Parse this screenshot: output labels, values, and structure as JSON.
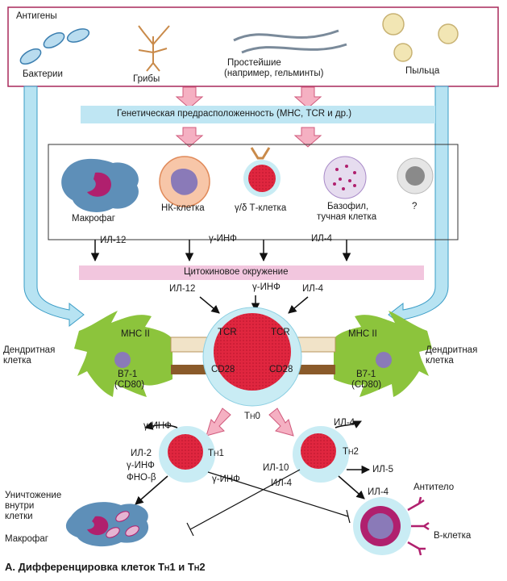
{
  "antigens": {
    "title": "Антигены",
    "bacteria": "Бактерии",
    "fungi": "Грибы",
    "protozoa_line1": "Простейшие",
    "protozoa_line2": "(например, гельминты)",
    "pollen": "Пыльца"
  },
  "genetic_bar": "Генетическая предрасположенность (МНС, TCR и др.)",
  "cells": {
    "macrophage": "Макрофаг",
    "nk": "НК-клетка",
    "gd_t": "γ/δ Т-клетка",
    "basophil_line1": "Базофил,",
    "basophil_line2": "тучная клетка",
    "unknown": "?"
  },
  "cytokines_top": {
    "il12": "ИЛ-12",
    "ifn": "γ-ИНФ",
    "il4": "ИЛ-4"
  },
  "cytokine_bar": "Цитокиновое окружение",
  "cytokines_center": {
    "il12": "ИЛ-12",
    "ifn": "γ-ИНФ",
    "il4": "ИЛ-4"
  },
  "dendritic": {
    "label_line1": "Дендритная",
    "label_line2": "клетка",
    "mhc": "МНС II",
    "b7_line1": "B7-1",
    "b7_line2": "(CD80)"
  },
  "th0": {
    "tcr": "TCR",
    "cd28": "CD28",
    "name": "Т",
    "sub": "Н",
    "suffix": "0"
  },
  "th1": {
    "name": "Т",
    "sub": "Н",
    "suffix": "1",
    "ifn_out": "γ-ИНФ",
    "il2": "ИЛ-2",
    "ifn": "γ-ИНФ",
    "tnf": "ФНО-β"
  },
  "th2": {
    "name": "Т",
    "sub": "Н",
    "suffix": "2",
    "il4_top": "ИЛ-4",
    "il5": "ИЛ-5",
    "il4_b": "ИЛ-4"
  },
  "cross": {
    "ifn": "γ-ИНФ",
    "il10": "ИЛ-10",
    "il4": "ИЛ-4"
  },
  "bottom": {
    "kill_line1": "Уничтожение",
    "kill_line2": "внутри",
    "kill_line3": "клетки",
    "macrophage": "Макрофаг",
    "antibody": "Антитело",
    "bcell": "В-клетка"
  },
  "caption": {
    "prefix": "А. Дифференцировка клеток Т",
    "sub1": "Н",
    "mid": "1 и Т",
    "sub2": "Н",
    "end": "2"
  },
  "colors": {
    "frame": "#a8285a",
    "blue_arrow": "#b7e3f2",
    "blue_arrow_edge": "#3a9cc6",
    "pink_arrow": "#f5b0c2",
    "genetic_bar": "#bfe6f3",
    "cytokine_bar": "#f2c6de",
    "red_nucleus": "#e0263f",
    "cell_halo": "#c9ecf4",
    "dendritic_green": "#8cc43c",
    "macrophage_blue": "#5e8fb8",
    "magenta": "#b0206e"
  }
}
